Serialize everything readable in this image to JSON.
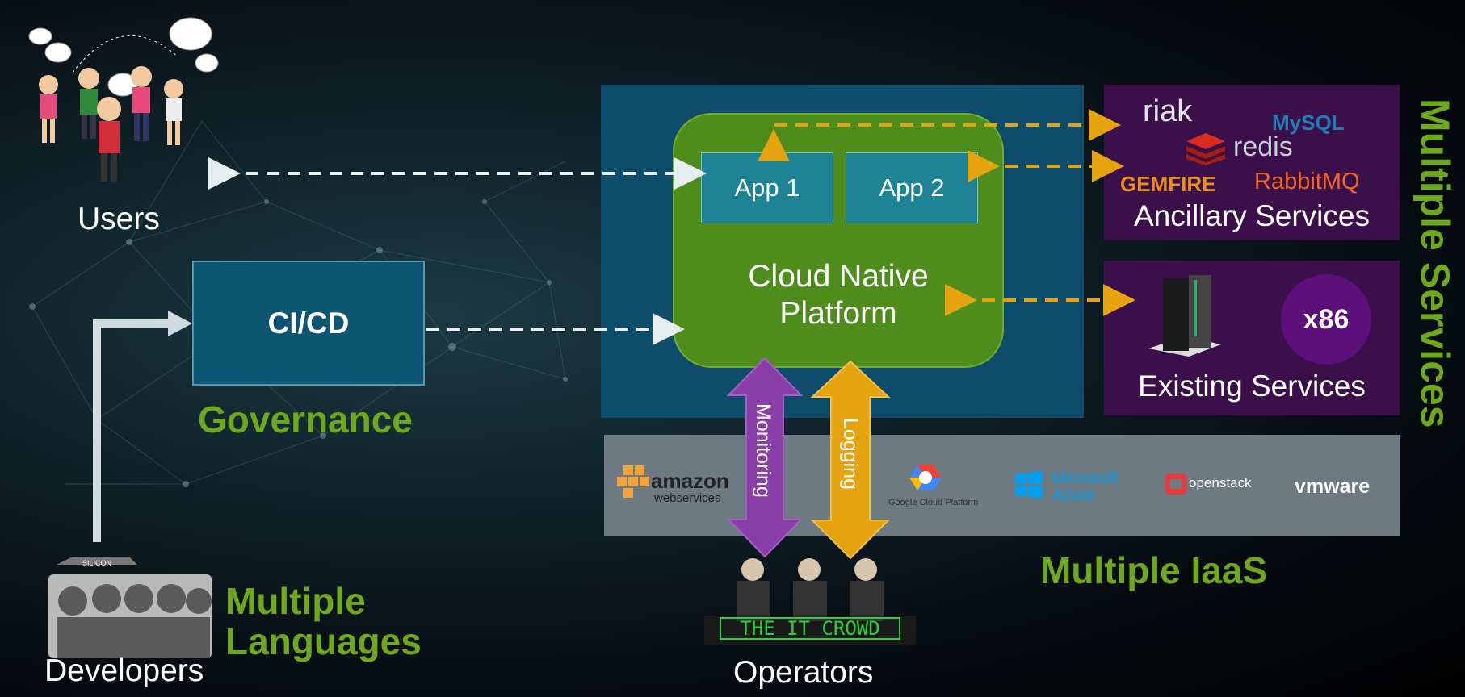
{
  "users": {
    "label": "Users"
  },
  "developers": {
    "label": "Developers"
  },
  "operators": {
    "label": "Operators",
    "show_banner": "THE IT CROWD"
  },
  "cicd": {
    "label": "CI/CD"
  },
  "governance": {
    "label": "Governance"
  },
  "multiple_languages": {
    "line1": "Multiple",
    "line2": "Languages"
  },
  "platform": {
    "title_line1": "Cloud Native",
    "title_line2": "Platform",
    "apps": [
      "App 1",
      "App 2"
    ]
  },
  "ancillary": {
    "label": "Ancillary Services",
    "logos": [
      "riak",
      "MySQL",
      "redis",
      "GEMFIRE",
      "RabbitMQ"
    ]
  },
  "existing": {
    "label": "Existing Services",
    "badge": "x86"
  },
  "multiple_services": {
    "label": "Multiple Services"
  },
  "multiple_iaas": {
    "label": "Multiple IaaS"
  },
  "iaas_logos": {
    "aws_main": "amazon",
    "aws_sub": "webservices",
    "gcp": "Google Cloud Platform",
    "azure_line1": "Microsoft",
    "azure_line2": "Azure",
    "openstack": "openstack",
    "vmware": "vmware"
  },
  "arrows": {
    "monitoring": "Monitoring",
    "logging": "Logging"
  },
  "colors": {
    "green": "#6ea81c",
    "platform_green": "#4e8c1c",
    "platform_bg": "#0d4d6b",
    "app_teal": "#1f8396",
    "purple_panel": "#3a0f4a",
    "orange_arrow": "#e5a30f",
    "monitoring_arrow": "#8a3fa8",
    "logging_arrow": "#e5a30f"
  }
}
